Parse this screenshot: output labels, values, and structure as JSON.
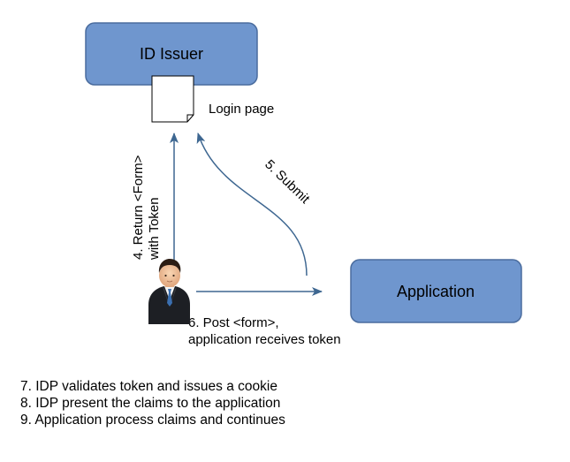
{
  "nodes": {
    "id_issuer": "ID Issuer",
    "application": "Application",
    "login_page": "Login page"
  },
  "edges": {
    "return_form_line1": "4. Return <Form>",
    "return_form_line2": "with Token",
    "submit": "5. Submit",
    "post_form_line1": "6. Post <form>,",
    "post_form_line2": "application receives token"
  },
  "notes": [
    "7. IDP validates token and issues a cookie",
    "8. IDP present the claims to the application",
    "9. Application process claims and continues"
  ],
  "colors": {
    "box_fill": "#6f96ce",
    "box_stroke": "#4a6c9e",
    "arrow": "#3e6791"
  },
  "icons": {
    "user": "businessman-icon",
    "document": "document-icon"
  }
}
